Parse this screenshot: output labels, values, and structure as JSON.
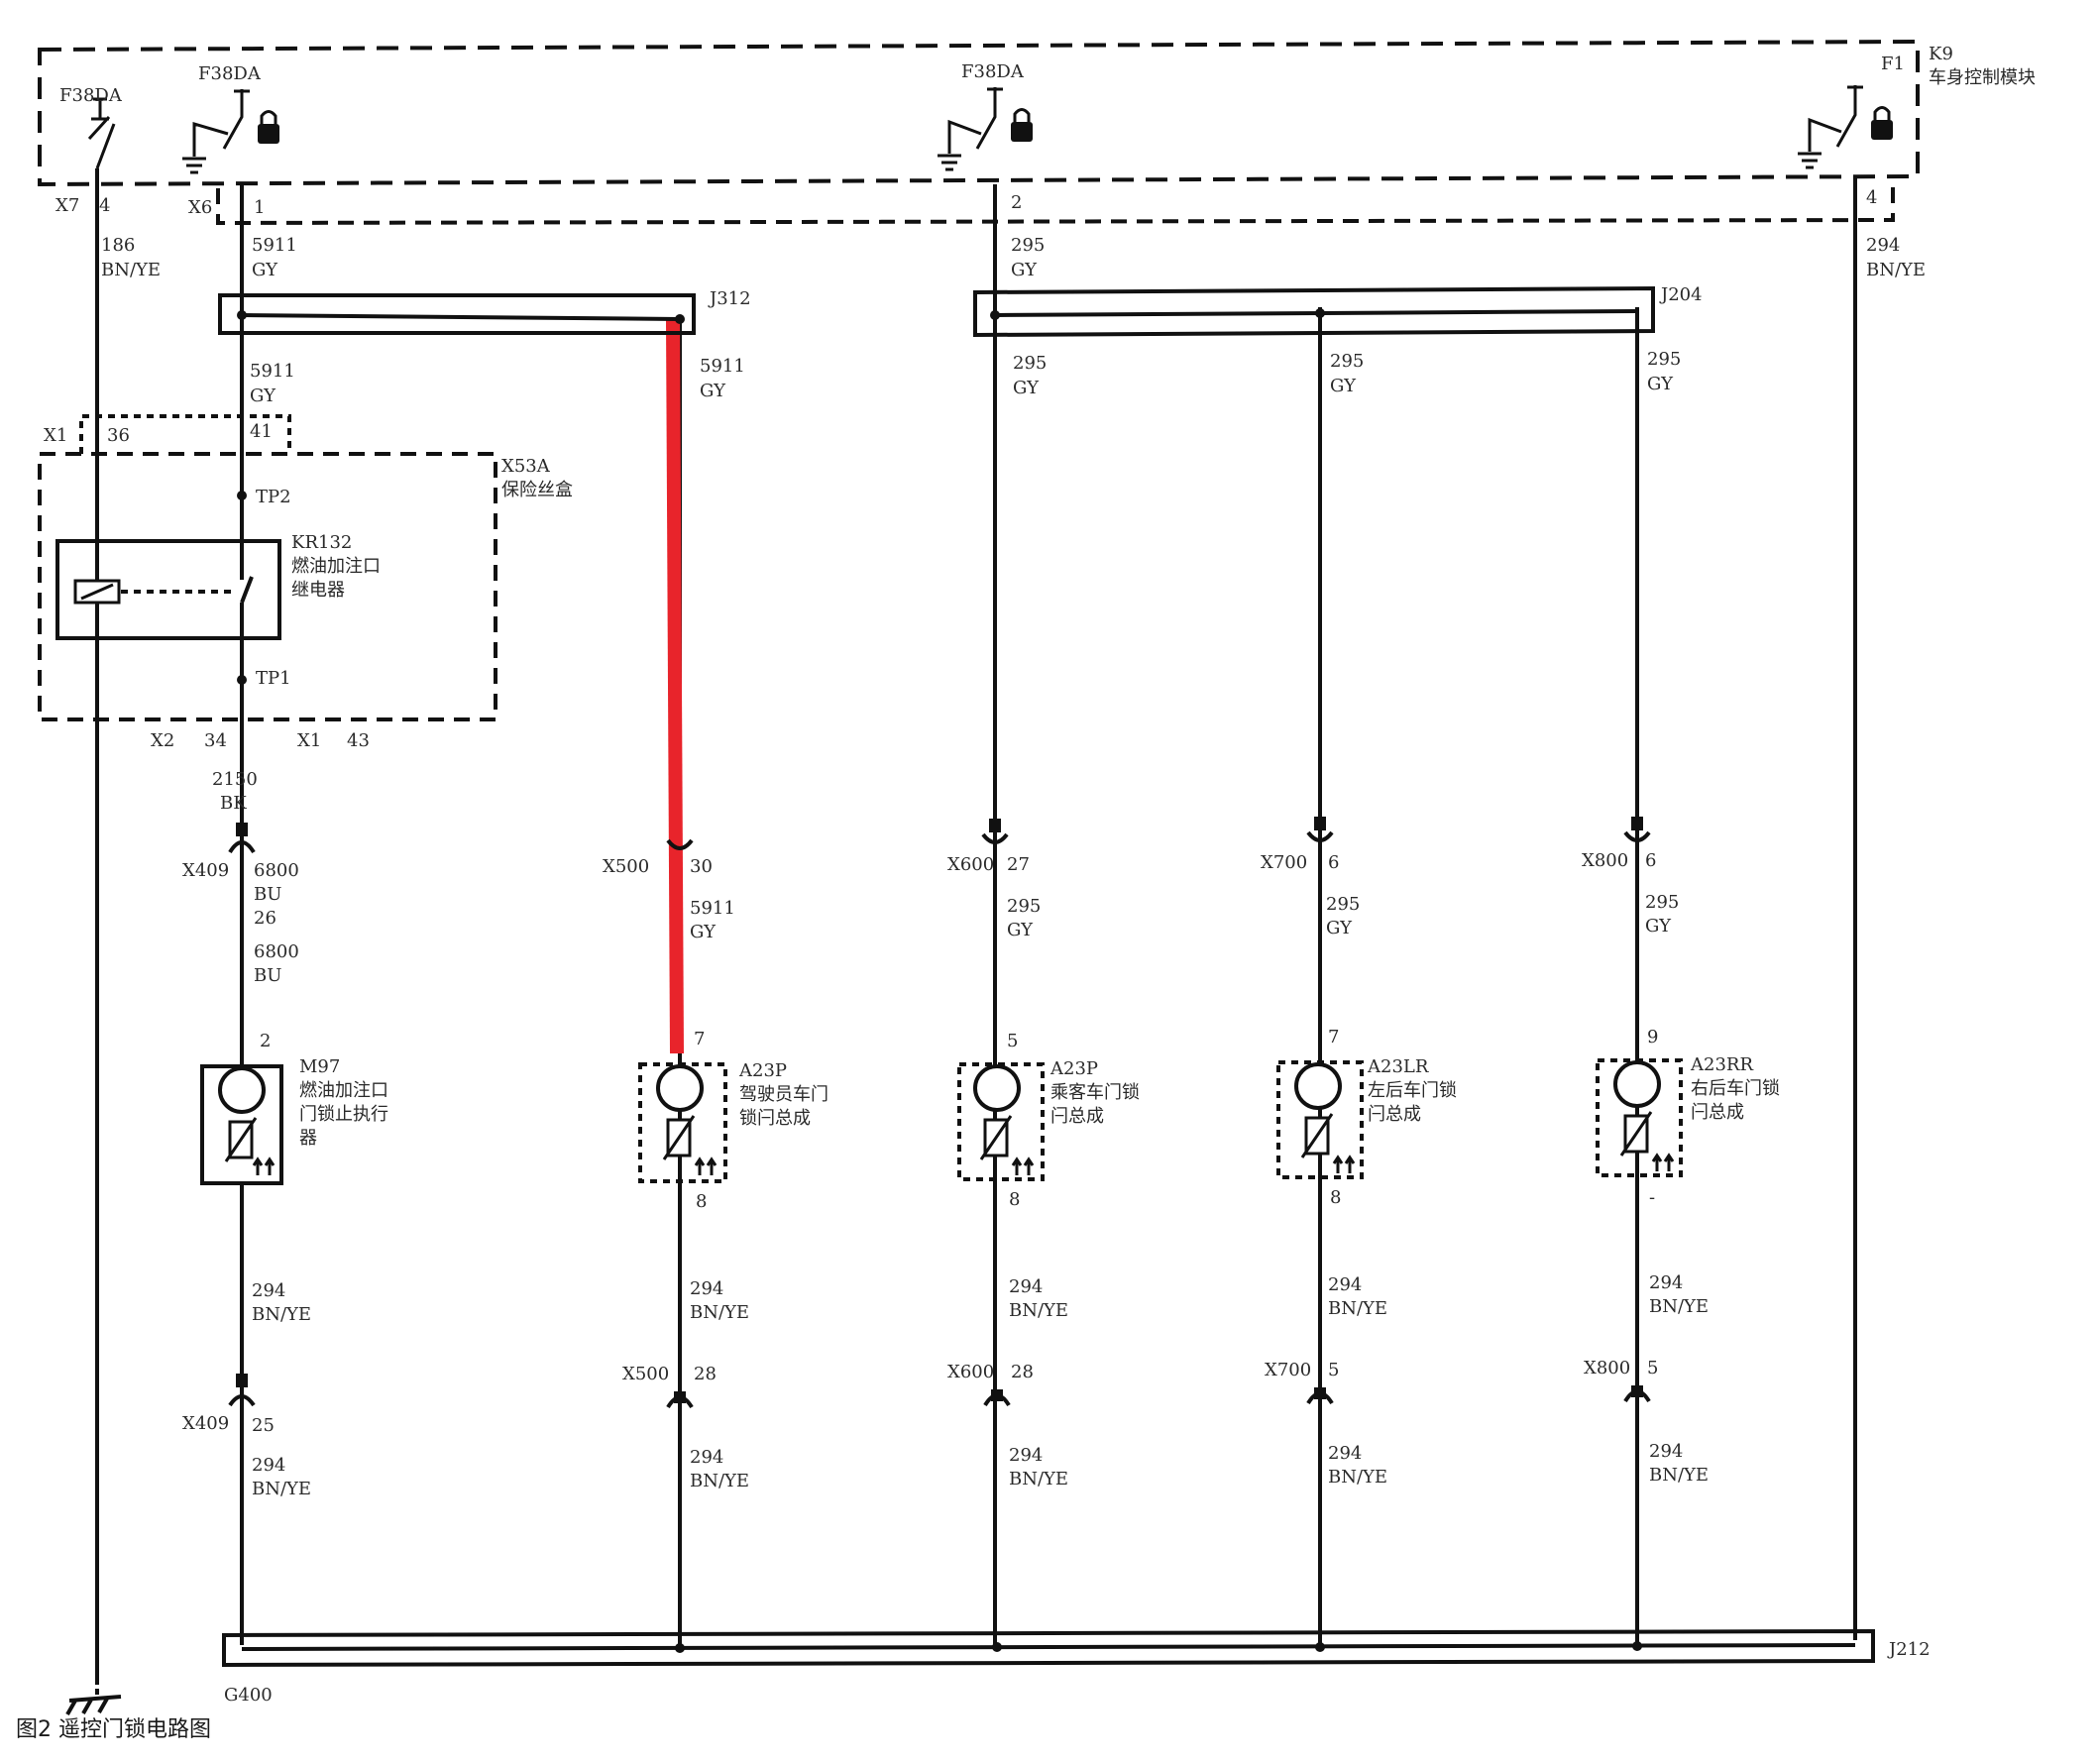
{
  "caption": "图2   遥控门锁电路图",
  "colors": {
    "highlight": "#e8242b",
    "ink": "#111111"
  },
  "module": {
    "id": "K9",
    "name": "车身控制模块",
    "fuse": "F1"
  },
  "supply": {
    "f38da_left": "F38DA",
    "f38da_mid1": "F38DA",
    "f38da_mid2": "F38DA"
  },
  "pins": {
    "x7": "X7",
    "x7_pin": "4",
    "x6": "X6",
    "x6_pin": "1",
    "k9_pin2": "2",
    "k9_pin4": "4"
  },
  "wires": {
    "w186": "186",
    "w186_color": "BN/YE",
    "w5911_a": "5911",
    "w5911_a_color": "GY",
    "w5911_b": "5911",
    "w5911_b_color": "GY",
    "w5911_c": "5911",
    "w5911_c_color": "GY",
    "w5911_d": "5911",
    "w5911_d_color": "GY",
    "w295_a": "295",
    "w295_a_color": "GY",
    "w295_b": "295",
    "w295_b_color": "GY",
    "w295_c": "295",
    "w295_c_color": "GY",
    "w295_d": "295",
    "w295_d_color": "GY",
    "w295_e": "295",
    "w295_e_color": "GY",
    "w295_f": "295",
    "w295_f_color": "GY",
    "w295_g": "295",
    "w295_g_color": "GY",
    "w294_top": "294",
    "w294_top_color": "BN/YE",
    "w2150": "2150",
    "w2150_color": "BK",
    "w6800_a": "6800",
    "w6800_a_color": "BU",
    "w6800_pin": "26",
    "w6800_b": "6800",
    "w6800_b_color": "BU",
    "w294_1": "294",
    "w294_1_color": "BN/YE",
    "w294_2": "294",
    "w294_2_color": "BN/YE",
    "w294_3": "294",
    "w294_3_color": "BN/YE",
    "w294_4": "294",
    "w294_4_color": "BN/YE",
    "w294_5": "294",
    "w294_5_color": "BN/YE",
    "w294_6": "294",
    "w294_6_color": "BN/YE",
    "w294_7": "294",
    "w294_7_color": "BN/YE",
    "w294_8": "294",
    "w294_8_color": "BN/YE",
    "w294_9": "294",
    "w294_9_color": "BN/YE",
    "w294_10": "294",
    "w294_10_color": "BN/YE"
  },
  "splices": {
    "j312": "J312",
    "j204": "J204",
    "j212": "J212",
    "ground": "G400"
  },
  "fusebox": {
    "id": "X53A",
    "name": "保险丝盒",
    "x1_top": "X1",
    "x1_pin36": "36",
    "x1_pin41": "41",
    "tp2": "TP2",
    "tp1": "TP1",
    "x2": "X2",
    "x2_pin": "34",
    "x1_bottom": "X1",
    "x1_pin43": "43"
  },
  "relay": {
    "id": "KR132",
    "name_line1": "燃油加注口",
    "name_line2": "继电器"
  },
  "actuator": {
    "id": "M97",
    "line1": "燃油加注口",
    "line2": "门锁止执行",
    "line3": "器",
    "pin_top": "2"
  },
  "connectors": {
    "x409": "X409",
    "x409_b": "X409",
    "x409_b_pin": "25",
    "x500_top": "X500",
    "x500_top_pin": "30",
    "x500_bot": "X500",
    "x500_bot_pin": "28",
    "x600_top": "X600",
    "x600_top_pin": "27",
    "x600_bot": "X600",
    "x600_bot_pin": "28",
    "x700_top": "X700",
    "x700_top_pin": "6",
    "x700_bot": "X700",
    "x700_bot_pin": "5",
    "x800_top": "X800",
    "x800_top_pin": "6",
    "x800_bot": "X800",
    "x800_bot_pin": "5"
  },
  "locks": [
    {
      "id": "A23P",
      "l1": "驾驶员车门",
      "l2": "锁闩总成",
      "pin_top": "7",
      "pin_bot": "8"
    },
    {
      "id": "A23P",
      "l1": "乘客车门锁",
      "l2": "闩总成",
      "pin_top": "5",
      "pin_bot": "8"
    },
    {
      "id": "A23LR",
      "l1": "左后车门锁",
      "l2": "闩总成",
      "pin_top": "7",
      "pin_bot": "8"
    },
    {
      "id": "A23RR",
      "l1": "右后车门锁",
      "l2": "闩总成",
      "pin_top": "9",
      "pin_bot": "-"
    }
  ]
}
